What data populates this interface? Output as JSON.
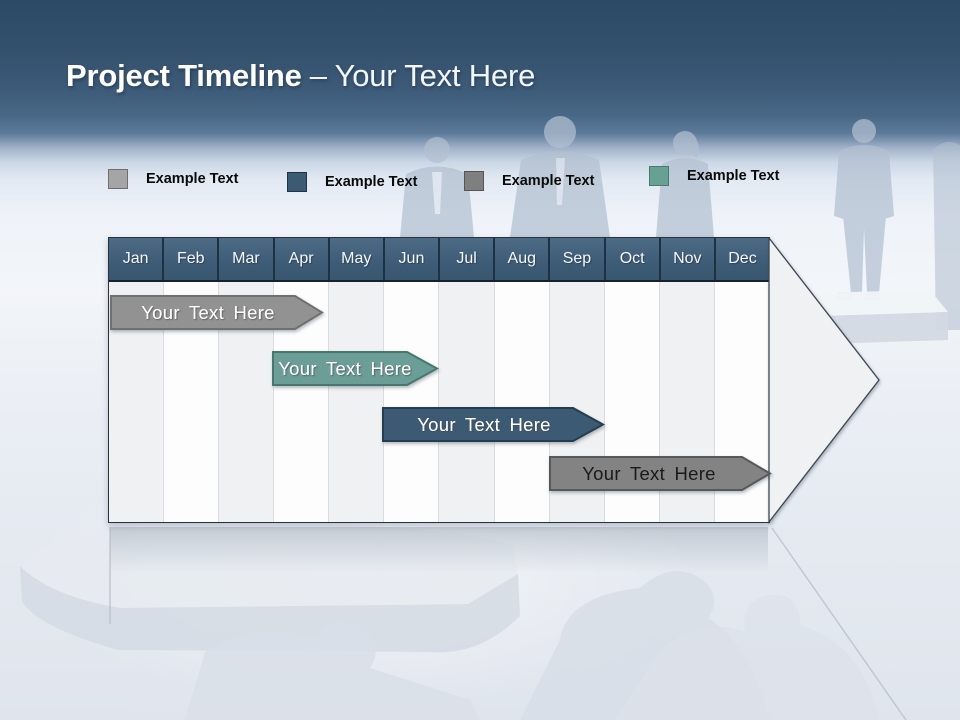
{
  "title": {
    "bold": "Project Timeline",
    "suffix": "– Your Text Here"
  },
  "legend": {
    "items": [
      {
        "label": "Example Text",
        "color": "#a5a5a5",
        "border": "#6e6e6e"
      },
      {
        "label": "Example Text",
        "color": "#3d5a73",
        "border": "#1f3347"
      },
      {
        "label": "Example Text",
        "color": "#7f7f7f",
        "border": "#555555"
      },
      {
        "label": "Example Text",
        "color": "#68a193",
        "border": "#477b6e"
      }
    ]
  },
  "timeline": {
    "months": [
      "Jan",
      "Feb",
      "Mar",
      "Apr",
      "May",
      "Jun",
      "Jul",
      "Aug",
      "Sep",
      "Oct",
      "Nov",
      "Dec"
    ],
    "bars": [
      {
        "label": "Your  Text Here",
        "start_month": "Jan",
        "end_month": "Apr",
        "fill": "#929292",
        "border": "#6f6f6f",
        "text_color": "#ffffff"
      },
      {
        "label": "Your  Text Here",
        "start_month": "Apr",
        "end_month": "Jun",
        "fill": "#6b9e97",
        "border": "#497770",
        "text_color": "#ffffff"
      },
      {
        "label": "Your  Text Here",
        "start_month": "Jun",
        "end_month": "Sep",
        "fill": "#3c5a74",
        "border": "#263d4f",
        "text_color": "#ffffff"
      },
      {
        "label": "Your  Text Here",
        "start_month": "Sep",
        "end_month": "Dec",
        "fill": "#838383",
        "border": "#595959",
        "text_color": "#1a1a1a"
      }
    ]
  },
  "chart_data": {
    "type": "bar",
    "subtype": "gantt-project-timeline",
    "title": "Project Timeline – Your Text Here",
    "categories": [
      "Jan",
      "Feb",
      "Mar",
      "Apr",
      "May",
      "Jun",
      "Jul",
      "Aug",
      "Sep",
      "Oct",
      "Nov",
      "Dec"
    ],
    "series": [
      {
        "name": "Your Text Here",
        "start": "Jan",
        "end": "Apr",
        "row": 1,
        "color": "#929292"
      },
      {
        "name": "Your Text Here",
        "start": "Apr",
        "end": "Jun",
        "row": 2,
        "color": "#6b9e97"
      },
      {
        "name": "Your Text Here",
        "start": "Jun",
        "end": "Sep",
        "row": 3,
        "color": "#3c5a74"
      },
      {
        "name": "Your Text Here",
        "start": "Sep",
        "end": "Dec",
        "row": 4,
        "color": "#838383"
      }
    ],
    "legend_entries": [
      "Example Text",
      "Example Text",
      "Example Text",
      "Example Text"
    ],
    "legend_position": "top",
    "grid": "vertical-month-columns",
    "container_shape": "right-pointing-arrow"
  }
}
